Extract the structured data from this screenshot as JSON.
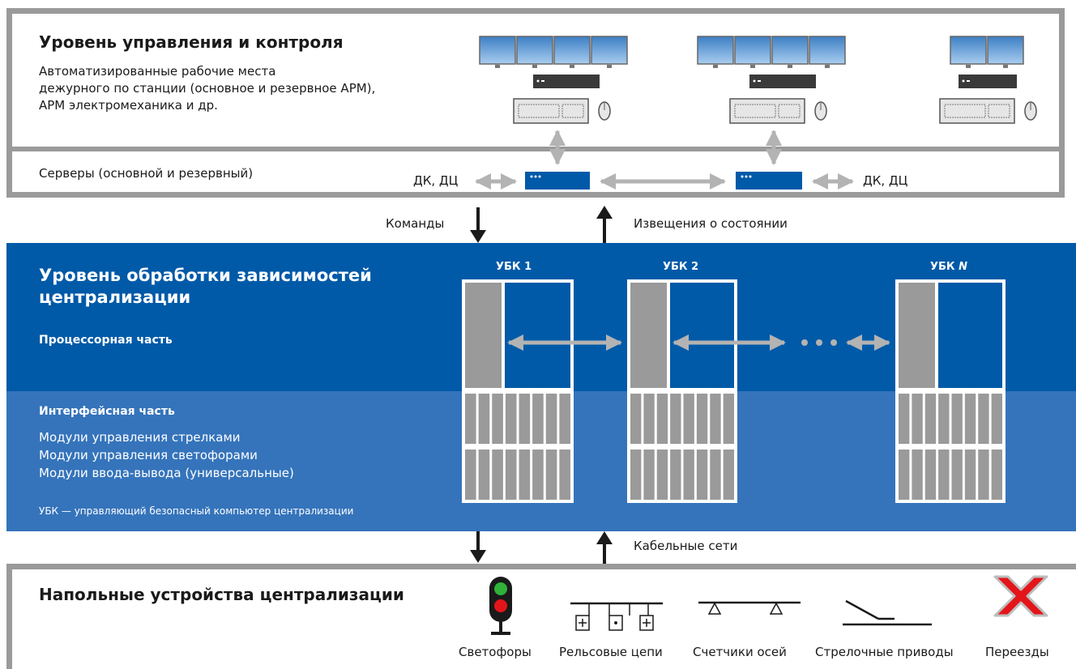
{
  "top": {
    "title": "Уровень управления и контроля",
    "desc_lines": [
      "Автоматизированные рабочие места",
      "дежурного по станции (основное и резервное АРМ),",
      "АРМ электромеханика и др."
    ],
    "servers_label": "Серверы (основной и резервный)",
    "dk_left": "ДК, ДЦ",
    "dk_right": "ДК, ДЦ"
  },
  "links": {
    "commands": "Команды",
    "status": "Извещения о состоянии",
    "cables": "Кабельные сети"
  },
  "middle": {
    "title_lines": [
      "Уровень обработки зависимостей",
      "централизации"
    ],
    "processor": "Процессорная часть",
    "interface": "Интерфейсная часть",
    "modules": [
      "Модули управления стрелками",
      "Модули управления светофорами",
      "Модули ввода-вывода (универсальные)"
    ],
    "footnote": "УБК — управляющий безопасный компьютер централизации",
    "ubk1": "УБК 1",
    "ubk2": "УБК 2",
    "ubkn_prefix": "УБК",
    "ubkn_suffix": "N"
  },
  "bottom": {
    "title": "Напольные устройства централизации",
    "devices": [
      "Светофоры",
      "Рельсовые цепи",
      "Счетчики осей",
      "Стрелочные приводы",
      "Переезды"
    ]
  },
  "colors": {
    "frame": "#9a9a9a",
    "blue_dark": "#005aa8",
    "blue_light": "#3574bb",
    "server": "#005aa8"
  }
}
